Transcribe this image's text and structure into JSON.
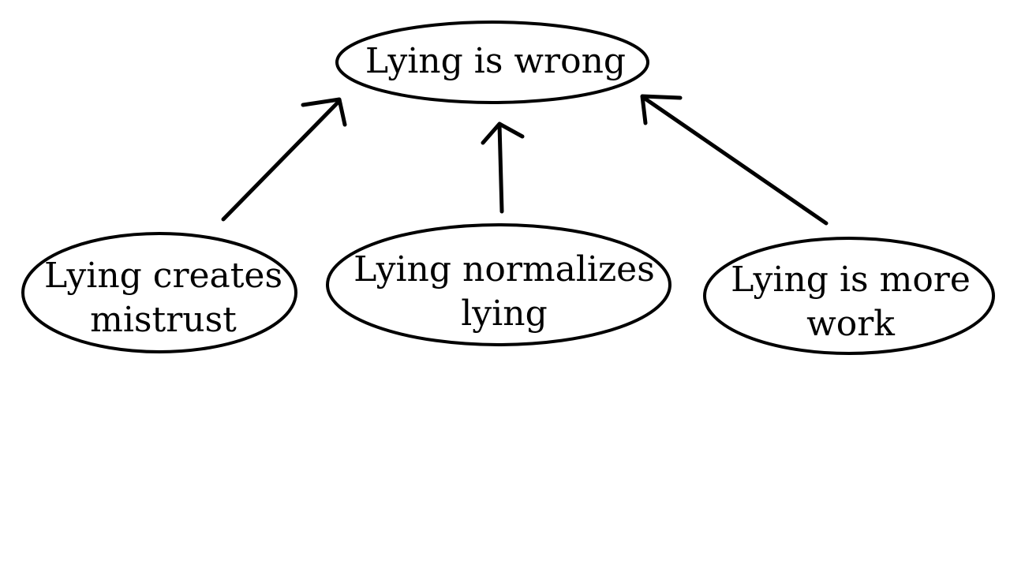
{
  "diagram": {
    "conclusion": {
      "label": "Lying is wrong"
    },
    "reasons": [
      {
        "line1": "Lying creates",
        "line2": "mistrust"
      },
      {
        "line1": "Lying normalizes",
        "line2": "lying"
      },
      {
        "line1": "Lying is more",
        "line2": "work"
      }
    ],
    "colors": {
      "stroke": "#000000",
      "background": "#ffffff"
    }
  }
}
